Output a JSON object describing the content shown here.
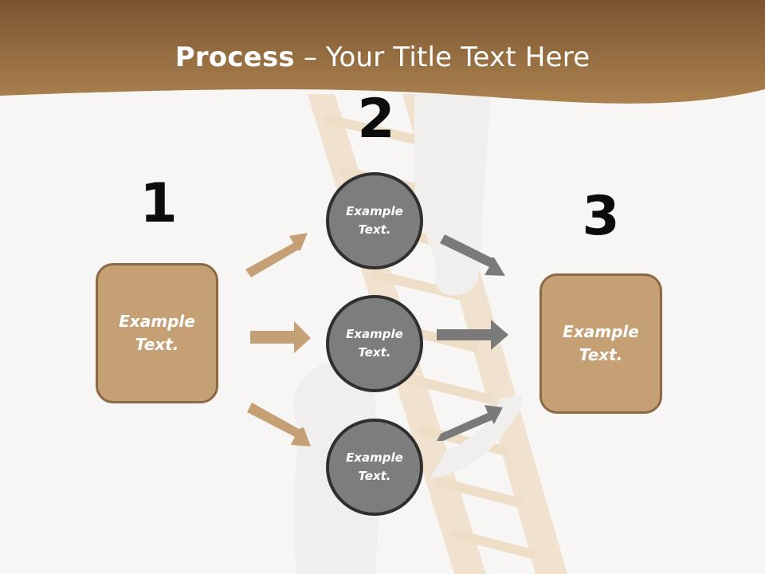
{
  "title": {
    "bold": "Process",
    "rest": " – Your Title Text Here"
  },
  "steps": [
    {
      "number": "1"
    },
    {
      "number": "2"
    },
    {
      "number": "3"
    }
  ],
  "left_box": {
    "text": "Example\nText."
  },
  "right_box": {
    "text": "Example\nText."
  },
  "circles": [
    {
      "text": "Example\nText."
    },
    {
      "text": "Example\nText."
    },
    {
      "text": "Example\nText."
    }
  ],
  "colors": {
    "banner": "#9b7040",
    "box_fill": "#c6a075",
    "box_border": "#8a6a45",
    "circle_fill": "#7d7d7d",
    "circle_border": "#2f2f2f",
    "tan_arrow": "#c6a075",
    "gray_arrow": "#7a7a7a"
  }
}
